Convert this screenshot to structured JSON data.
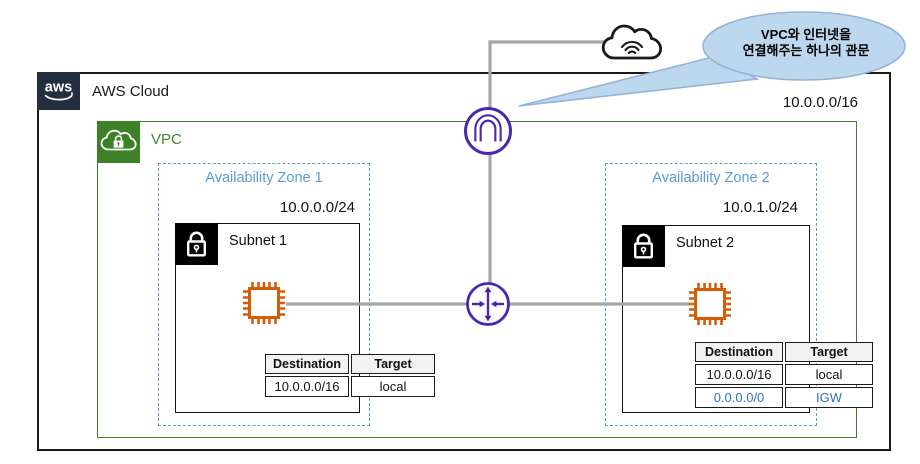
{
  "aws_cloud": {
    "label": "AWS Cloud",
    "cidr": "10.0.0.0/16"
  },
  "vpc": {
    "label": "VPC"
  },
  "callout": {
    "line1": "VPC와 인터넷을",
    "line2": "연결해주는 하나의 관문"
  },
  "zones": [
    {
      "label": "Availability Zone 1",
      "cidr": "10.0.0.0/24",
      "subnet_label": "Subnet 1",
      "route_table": {
        "headers": [
          "Destination",
          "Target"
        ],
        "rows": [
          [
            "10.0.0.0/16",
            "local"
          ]
        ]
      }
    },
    {
      "label": "Availability Zone 2",
      "cidr": "10.0.1.0/24",
      "subnet_label": "Subnet 2",
      "route_table": {
        "headers": [
          "Destination",
          "Target"
        ],
        "rows": [
          [
            "10.0.0.0/16",
            "local"
          ],
          [
            "0.0.0.0/0",
            "IGW"
          ]
        ]
      }
    }
  ],
  "icons": {
    "aws_logo": "aws-smile-logo",
    "vpc": "vpc-cloud-lock-icon",
    "subnet": "private-subnet-lock-icon",
    "instance": "ec2-instance-chip-icon",
    "internet_gateway": "internet-gateway-arch-icon",
    "router": "vpc-router-arrows-icon",
    "internet": "internet-cloud-wifi-icon"
  },
  "colors": {
    "aws_dark": "#232F3E",
    "vpc_green": "#3C8126",
    "az_blue": "#5B9BD5",
    "gateway_purple": "#4C27AE",
    "instance_orange": "#D55C0C",
    "connector_gray": "#A6A6A6",
    "callout_fill": "#BDD7EE",
    "callout_stroke": "#95B3D7",
    "route_highlight_blue": "#2E75B6",
    "table_header_gray": "#F2F2F2"
  }
}
